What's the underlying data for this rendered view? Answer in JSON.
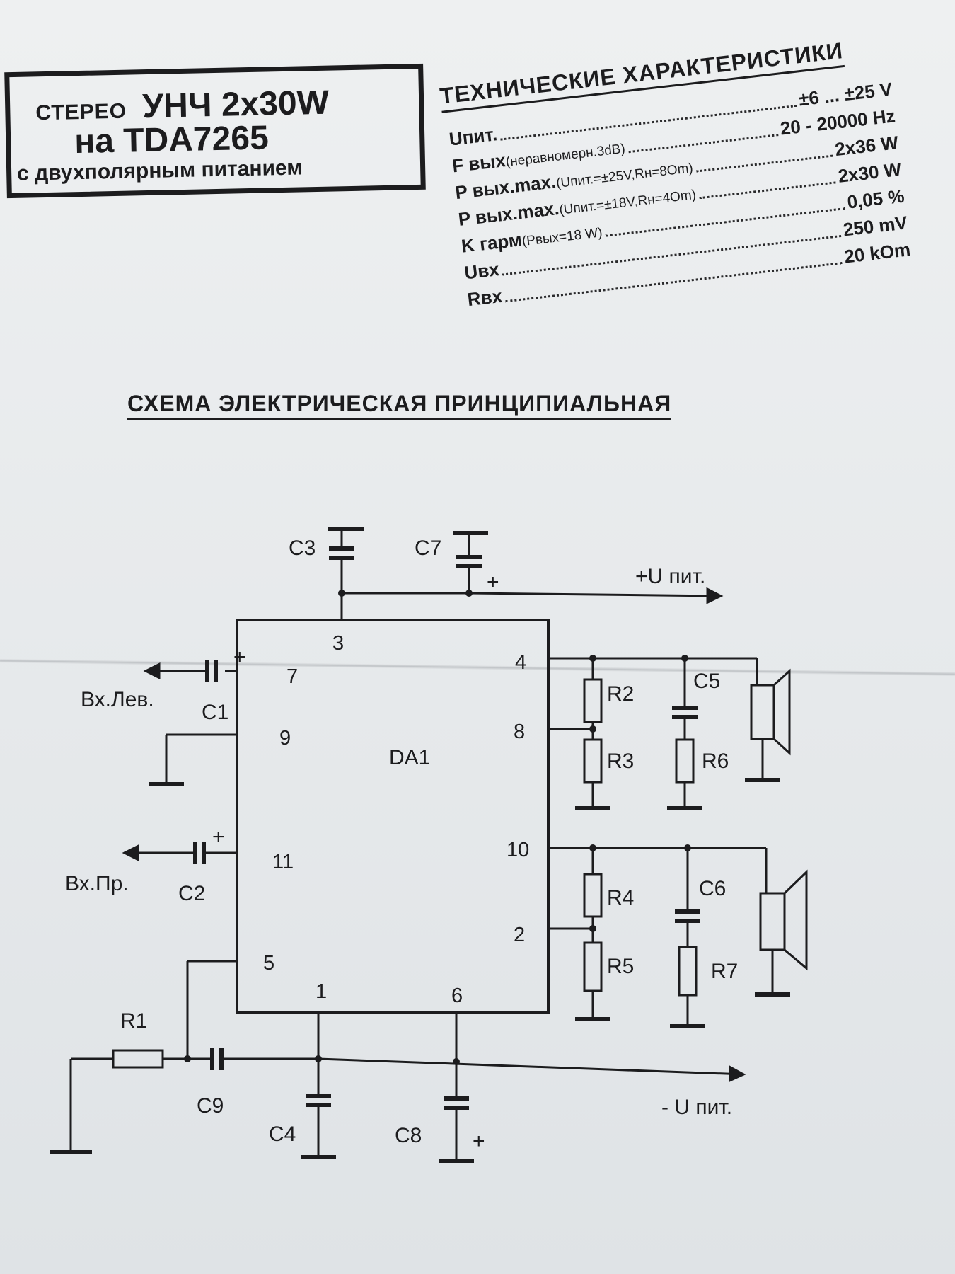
{
  "title": {
    "stereo": "СТЕРЕО",
    "name": "УНЧ 2х30W",
    "chip": "на TDA7265",
    "power": "с двухполярным питанием"
  },
  "specs": {
    "heading": "ТЕХНИЧЕСКИЕ ХАРАКТЕРИСТИКИ",
    "rows": [
      {
        "label": "Uпит.",
        "sub": "",
        "value": "±6 ... ±25 V"
      },
      {
        "label": "F вых",
        "sub": "(неравномерн.3dB)",
        "value": "20 - 20000 Hz"
      },
      {
        "label": "P вых.max.",
        "sub": "(Uпит.=±25V,Rн=8Om)",
        "value": "2x36 W"
      },
      {
        "label": "P вых.max.",
        "sub": "(Uпит.=±18V,Rн=4Om)",
        "value": "2x30 W"
      },
      {
        "label": "K гарм",
        "sub": "(Pвых=18 W)",
        "value": "0,05 %"
      },
      {
        "label": "Uвх",
        "sub": "",
        "value": "250 mV"
      },
      {
        "label": "Rвх",
        "sub": "",
        "value": "20 kOm"
      }
    ]
  },
  "schema": {
    "title": "СХЕМА ЭЛЕКТРИЧЕСКАЯ ПРИНЦИПИАЛЬНАЯ",
    "chip_label": "DA1",
    "pins": {
      "p1": "1",
      "p2": "2",
      "p3": "3",
      "p4": "4",
      "p5": "5",
      "p6": "6",
      "p7": "7",
      "p8": "8",
      "p9": "9",
      "p10": "10",
      "p11": "11"
    },
    "components": {
      "c1": "C1",
      "c2": "C2",
      "c3": "C3",
      "c4": "C4",
      "c5": "C5",
      "c6": "C6",
      "c7": "C7",
      "c8": "C8",
      "c9": "C9",
      "r1": "R1",
      "r2": "R2",
      "r3": "R3",
      "r4": "R4",
      "r5": "R5",
      "r6": "R6",
      "r7": "R7"
    },
    "nets": {
      "vplus": "+U пит.",
      "vminus": "- U пит.",
      "in_left": "Вх.Лев.",
      "in_right": "Вх.Пр.",
      "plus": "+"
    }
  }
}
